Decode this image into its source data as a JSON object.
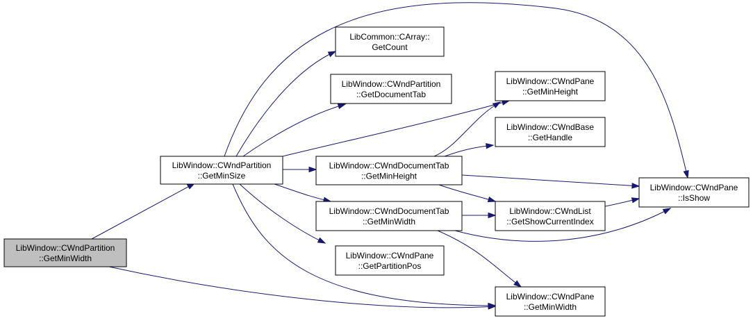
{
  "colors": {
    "node_fill": "#ffffff",
    "root_fill": "#bfbfbf",
    "node_stroke": "#000000",
    "edge": "#191970"
  },
  "nodes": [
    {
      "id": "p_getminwidth",
      "line1": "LibWindow::CWndPartition",
      "line2": "::GetMinWidth",
      "root": true
    },
    {
      "id": "p_getminsize",
      "line1": "LibWindow::CWndPartition",
      "line2": "::GetMinSize"
    },
    {
      "id": "ca_getcount",
      "line1": "LibCommon::CArray::",
      "line2": "GetCount"
    },
    {
      "id": "p_getdocumenttab",
      "line1": "LibWindow::CWndPartition",
      "line2": "::GetDocumentTab"
    },
    {
      "id": "dt_getminheight",
      "line1": "LibWindow::CWndDocumentTab",
      "line2": "::GetMinHeight"
    },
    {
      "id": "dt_getminwidth",
      "line1": "LibWindow::CWndDocumentTab",
      "line2": "::GetMinWidth"
    },
    {
      "id": "pane_getpartitionpos",
      "line1": "LibWindow::CWndPane",
      "line2": "::GetPartitionPos"
    },
    {
      "id": "pane_getminheight",
      "line1": "LibWindow::CWndPane",
      "line2": "::GetMinHeight"
    },
    {
      "id": "base_gethandle",
      "line1": "LibWindow::CWndBase",
      "line2": "::GetHandle"
    },
    {
      "id": "list_getshowcurrentindex",
      "line1": "LibWindow::CWndList",
      "line2": "::GetShowCurrentIndex"
    },
    {
      "id": "pane_getminwidth",
      "line1": "LibWindow::CWndPane",
      "line2": "::GetMinWidth"
    },
    {
      "id": "pane_isshow",
      "line1": "LibWindow::CWndPane",
      "line2": "::IsShow"
    }
  ],
  "edges": [
    {
      "from": "p_getminwidth",
      "to": "p_getminsize"
    },
    {
      "from": "p_getminwidth",
      "to": "pane_getminwidth"
    },
    {
      "from": "p_getminsize",
      "to": "ca_getcount"
    },
    {
      "from": "p_getminsize",
      "to": "p_getdocumenttab"
    },
    {
      "from": "p_getminsize",
      "to": "pane_getminheight"
    },
    {
      "from": "p_getminsize",
      "to": "dt_getminheight"
    },
    {
      "from": "p_getminsize",
      "to": "dt_getminwidth"
    },
    {
      "from": "p_getminsize",
      "to": "pane_getpartitionpos"
    },
    {
      "from": "p_getminsize",
      "to": "pane_getminwidth"
    },
    {
      "from": "p_getminsize",
      "to": "pane_isshow"
    },
    {
      "from": "dt_getminheight",
      "to": "pane_getminheight"
    },
    {
      "from": "dt_getminheight",
      "to": "base_gethandle"
    },
    {
      "from": "dt_getminheight",
      "to": "list_getshowcurrentindex"
    },
    {
      "from": "dt_getminheight",
      "to": "pane_isshow"
    },
    {
      "from": "dt_getminwidth",
      "to": "list_getshowcurrentindex"
    },
    {
      "from": "dt_getminwidth",
      "to": "pane_getminwidth"
    },
    {
      "from": "dt_getminwidth",
      "to": "pane_isshow"
    },
    {
      "from": "list_getshowcurrentindex",
      "to": "pane_isshow"
    }
  ]
}
